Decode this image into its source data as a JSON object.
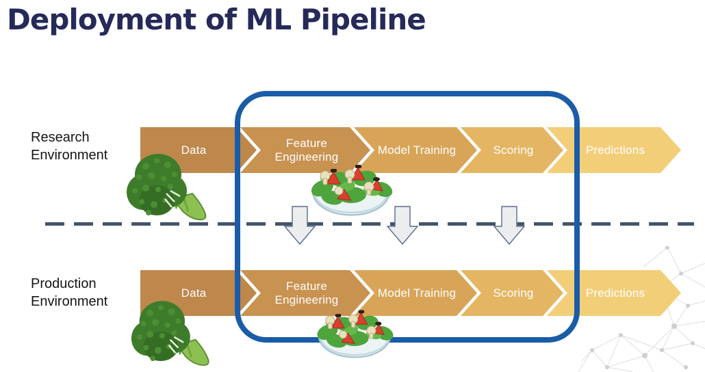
{
  "title": "Deployment of ML Pipeline",
  "rows": [
    {
      "label": "Research Environment"
    },
    {
      "label": "Production Environment"
    }
  ],
  "steps": [
    "Data",
    "Feature Engineering",
    "Model Training",
    "Scoring",
    "Predictions"
  ],
  "icons": {
    "broccoli": "broccoli-icon",
    "salad": "salad-bowl-icon",
    "down_arrow": "down-arrow-icon",
    "network": "network-graphic"
  },
  "colors": {
    "title": "#262A59",
    "step_fills": [
      "#BE884C",
      "#C89250",
      "#D8A558",
      "#E4B562",
      "#F3CE79"
    ],
    "step_text": "#FFFFFF",
    "highlight_border": "#1A5CA8",
    "divider": "#44546A",
    "arrow_fill": "#ECEDEE",
    "arrow_stroke": "#5A6B8C"
  }
}
